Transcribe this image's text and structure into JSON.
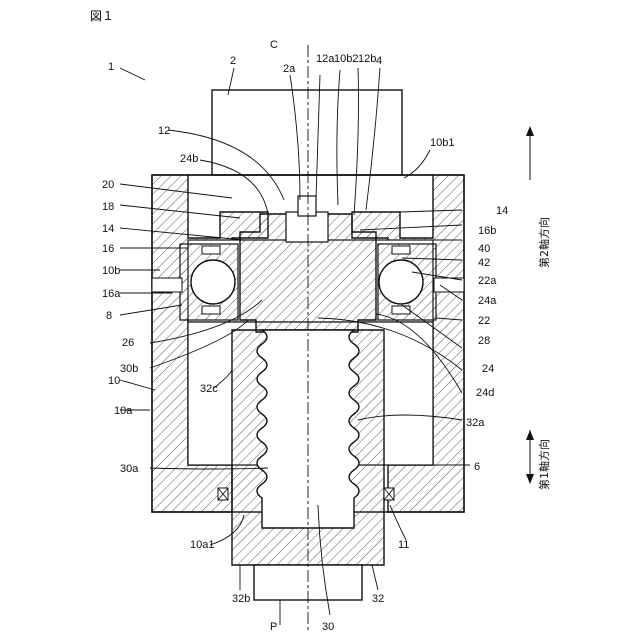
{
  "figure_title": "図１",
  "axis_labels": {
    "second_axis_direction": "第2軸方向",
    "first_axis_direction": "第1軸方向"
  },
  "reference_labels": {
    "r1": "1",
    "r2": "2",
    "rC": "C",
    "r2a": "2a",
    "r12a": "12a",
    "r10b2": "10b2",
    "r12b": "12b",
    "r4": "4",
    "r12": "12",
    "r10b1": "10b1",
    "r24b": "24b",
    "r20": "20",
    "r18": "18",
    "r14_left": "14",
    "r14_right": "14",
    "r16b": "16b",
    "r16": "16",
    "r40": "40",
    "r10b": "10b",
    "r42": "42",
    "r22a": "22a",
    "r16a": "16a",
    "r24a": "24a",
    "r8": "8",
    "r22": "22",
    "r26": "26",
    "r28": "28",
    "r30b": "30b",
    "r24": "24",
    "r24d": "24d",
    "r32c": "32c",
    "r10": "10",
    "r10a": "10a",
    "r32a": "32a",
    "r30a": "30a",
    "r6": "6",
    "r10a1": "10a1",
    "r11": "11",
    "r32b": "32b",
    "rP": "P",
    "r30": "30",
    "r32": "32"
  }
}
